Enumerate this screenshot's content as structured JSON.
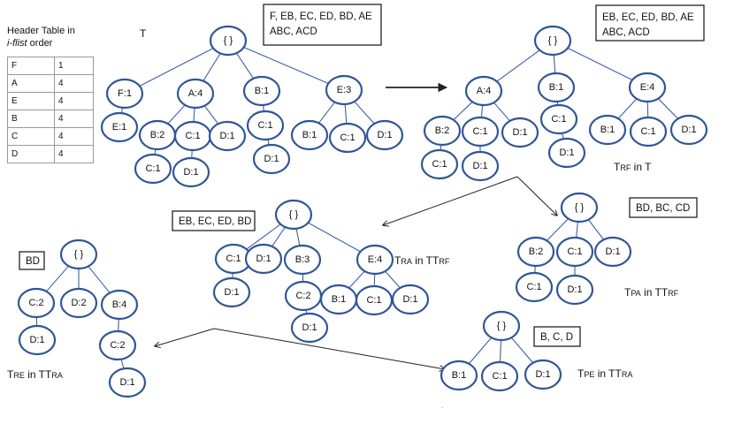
{
  "header_table": {
    "title_line1": "Header Table in",
    "title_italic": "i-flist",
    "title_rest": " order",
    "rows": [
      {
        "item": "F",
        "count": "1"
      },
      {
        "item": "A",
        "count": "4"
      },
      {
        "item": "E",
        "count": "4"
      },
      {
        "item": "B",
        "count": "4"
      },
      {
        "item": "C",
        "count": "4"
      },
      {
        "item": "D",
        "count": "4"
      }
    ]
  },
  "trees": [
    {
      "id": "T",
      "title": "T",
      "nodes": [
        {
          "id": "root",
          "label": "{ }"
        },
        {
          "id": "F1",
          "label": "F:1",
          "parent": "root"
        },
        {
          "id": "A4",
          "label": "A:4",
          "parent": "root"
        },
        {
          "id": "B1",
          "label": "B:1",
          "parent": "root"
        },
        {
          "id": "E3",
          "label": "E:3",
          "parent": "root"
        },
        {
          "id": "F1E1",
          "label": "E:1",
          "parent": "F1"
        },
        {
          "id": "A4B2",
          "label": "B:2",
          "parent": "A4"
        },
        {
          "id": "A4C1",
          "label": "C:1",
          "parent": "A4"
        },
        {
          "id": "A4D1",
          "label": "D:1",
          "parent": "A4"
        },
        {
          "id": "A4B2C1",
          "label": "C:1",
          "parent": "A4B2"
        },
        {
          "id": "A4C1D1",
          "label": "D:1",
          "parent": "A4C1"
        },
        {
          "id": "B1C1",
          "label": "C:1",
          "parent": "B1"
        },
        {
          "id": "B1C1D1",
          "label": "D:1",
          "parent": "B1C1"
        },
        {
          "id": "E3B1",
          "label": "B:1",
          "parent": "E3"
        },
        {
          "id": "E3C1",
          "label": "C:1",
          "parent": "E3"
        },
        {
          "id": "E3D1",
          "label": "D:1",
          "parent": "E3"
        }
      ]
    },
    {
      "id": "TRF",
      "caption_main": "T",
      "caption_sub": "RF",
      "caption_rest": " in T",
      "nodes": [
        {
          "id": "root",
          "label": "{ }"
        },
        {
          "id": "A4",
          "label": "A:4",
          "parent": "root"
        },
        {
          "id": "B1",
          "label": "B:1",
          "parent": "root"
        },
        {
          "id": "E4",
          "label": "E:4",
          "parent": "root"
        },
        {
          "id": "A4B2",
          "label": "B:2",
          "parent": "A4"
        },
        {
          "id": "A4C1",
          "label": "C:1",
          "parent": "A4"
        },
        {
          "id": "A4D1",
          "label": "D:1",
          "parent": "A4"
        },
        {
          "id": "A4B2C1",
          "label": "C:1",
          "parent": "A4B2"
        },
        {
          "id": "A4C1D1",
          "label": "D:1",
          "parent": "A4C1"
        },
        {
          "id": "B1C1",
          "label": "C:1",
          "parent": "B1"
        },
        {
          "id": "B1C1D1",
          "label": "D:1",
          "parent": "B1C1"
        },
        {
          "id": "E4B1",
          "label": "B:1",
          "parent": "E4"
        },
        {
          "id": "E4C1",
          "label": "C:1",
          "parent": "E4"
        },
        {
          "id": "E4D1",
          "label": "D:1",
          "parent": "E4"
        }
      ]
    },
    {
      "id": "TRA",
      "caption_main": "T",
      "caption_sub": "RA",
      "caption_rest": " in T",
      "caption_main2": "",
      "caption_sub2": "RF",
      "nodes": [
        {
          "id": "root",
          "label": "{ }"
        },
        {
          "id": "C1",
          "label": "C:1",
          "parent": "root"
        },
        {
          "id": "D1",
          "label": "D:1",
          "parent": "root"
        },
        {
          "id": "B3",
          "label": "B:3",
          "parent": "root"
        },
        {
          "id": "E4",
          "label": "E:4",
          "parent": "root"
        },
        {
          "id": "C1D1",
          "label": "D:1",
          "parent": "C1"
        },
        {
          "id": "B3C2",
          "label": "C:2",
          "parent": "B3"
        },
        {
          "id": "B3C2D1",
          "label": "D:1",
          "parent": "B3C2"
        },
        {
          "id": "E4B1",
          "label": "B:1",
          "parent": "E4"
        },
        {
          "id": "E4C1",
          "label": "C:1",
          "parent": "E4"
        },
        {
          "id": "E4D1",
          "label": "D:1",
          "parent": "E4"
        }
      ]
    },
    {
      "id": "TPA",
      "caption_main": "T",
      "caption_sub": "PA",
      "caption_rest": " in T",
      "caption_sub2": "RF",
      "nodes": [
        {
          "id": "root",
          "label": "{ }"
        },
        {
          "id": "B2",
          "label": "B:2",
          "parent": "root"
        },
        {
          "id": "C1",
          "label": "C:1",
          "parent": "root"
        },
        {
          "id": "D1",
          "label": "D:1",
          "parent": "root"
        },
        {
          "id": "B2C1",
          "label": "C:1",
          "parent": "B2"
        },
        {
          "id": "C1D1",
          "label": "D:1",
          "parent": "C1"
        }
      ]
    },
    {
      "id": "TRE",
      "caption_main": "T",
      "caption_sub": "RE",
      "caption_rest": " in T",
      "caption_sub2": "RA",
      "nodes": [
        {
          "id": "root",
          "label": "{ }"
        },
        {
          "id": "C2",
          "label": "C:2",
          "parent": "root"
        },
        {
          "id": "D2",
          "label": "D:2",
          "parent": "root"
        },
        {
          "id": "B4",
          "label": "B:4",
          "parent": "root"
        },
        {
          "id": "C2D1",
          "label": "D:1",
          "parent": "C2"
        },
        {
          "id": "B4C2",
          "label": "C:2",
          "parent": "B4"
        },
        {
          "id": "B4C2D1",
          "label": "D:1",
          "parent": "B4C2"
        }
      ]
    },
    {
      "id": "TPE",
      "caption_main": "T",
      "caption_sub": "PE",
      "caption_rest": " in T",
      "caption_sub2": "RA",
      "nodes": [
        {
          "id": "root",
          "label": "{ }"
        },
        {
          "id": "B1",
          "label": "B:1",
          "parent": "root"
        },
        {
          "id": "C1",
          "label": "C:1",
          "parent": "root"
        },
        {
          "id": "D1",
          "label": "D:1",
          "parent": "root"
        }
      ]
    }
  ],
  "boxes": {
    "T": {
      "line1": "F, EB, EC, ED, BD, AE",
      "line2": "ABC, ACD"
    },
    "TRF": {
      "line1": "EB, EC, ED, BD, AE",
      "line2": "ABC, ACD"
    },
    "TRA": {
      "line1": "EB, EC, ED, BD"
    },
    "TPA": {
      "line1": "BD, BC, CD"
    },
    "TRE": {
      "line1": "BD"
    },
    "TPE": {
      "line1": "B, C, D"
    }
  },
  "colors": {
    "node_stroke": "#2f5597",
    "edge": "#3b5fa8",
    "box_stroke": "#222222"
  }
}
